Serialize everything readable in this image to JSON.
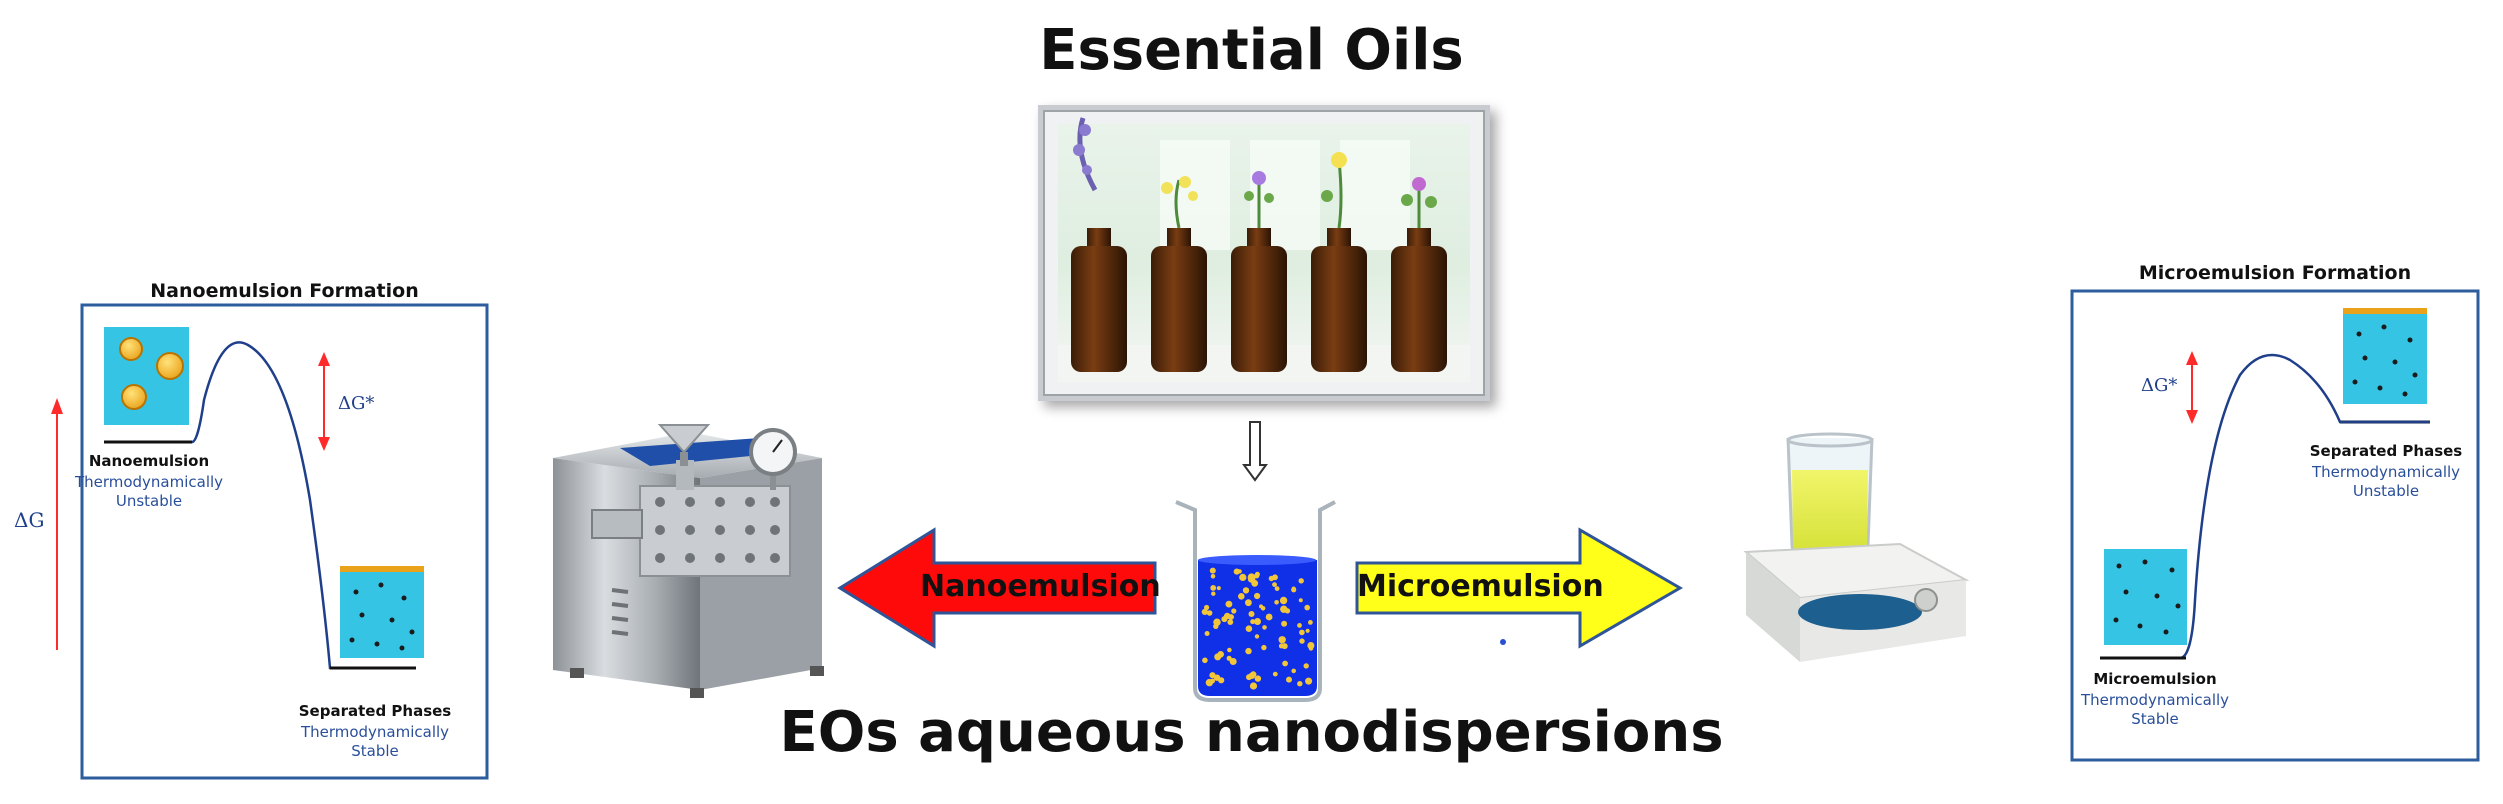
{
  "title": "Essential Oils",
  "subtitle": "EOs aqueous nanodispersions",
  "arrows": {
    "left_label": "Nanoemulsion",
    "right_label": "Microemulsion"
  },
  "nano_panel": {
    "title": "Nanoemulsion Formation",
    "delta_g": "ΔG",
    "delta_g_star": "ΔG*",
    "state1_name": "Nanoemulsion",
    "state1_line1": "Thermodynamically",
    "state1_line2": "Unstable",
    "state2_name": "Separated Phases",
    "state2_line1": "Thermodynamically",
    "state2_line2": "Stable"
  },
  "micro_panel": {
    "title": "Microemulsion Formation",
    "delta_g_star": "ΔG*",
    "state1_name": "Separated Phases",
    "state1_line1": "Thermodynamically",
    "state1_line2": "Unstable",
    "state2_name": "Microemulsion",
    "state2_line1": "Thermodynamically",
    "state2_line2": "Stable"
  },
  "colors": {
    "panel_border": "#2e5d9e",
    "red_arrow": "#ff0a0a",
    "yellow_arrow": "#ffff1a",
    "water": "#35c4e4",
    "beaker_liquid": "#1030e8",
    "energy_line": "#1f3f8a",
    "red_line": "#ff2a2a"
  }
}
